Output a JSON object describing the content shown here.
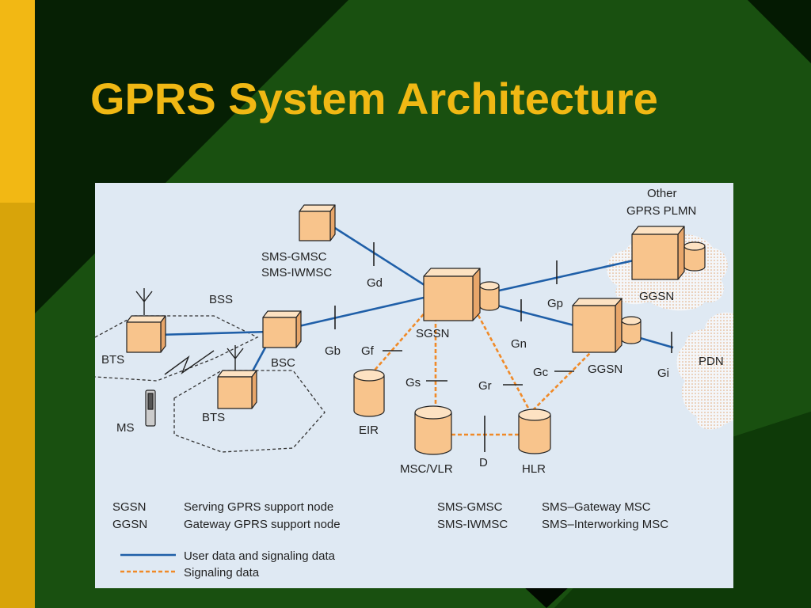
{
  "slide": {
    "title": "GPRS System Architecture",
    "colors": {
      "title": "#f0b814",
      "background": "#0b2a06",
      "sidebar": "#d8a40a",
      "diagram_bg": "#dfe9f3",
      "node": "#f8c48c",
      "user_data_line": "#1f5fa8",
      "signaling_line": "#f08a28"
    }
  },
  "diagram": {
    "labels": {
      "other": "Other",
      "gprs_plmn": "GPRS PLMN",
      "sms_gmsc": "SMS-GMSC",
      "sms_iwmsc": "SMS-IWMSC",
      "bss": "BSS",
      "bts1": "BTS",
      "bts2": "BTS",
      "bsc": "BSC",
      "ms": "MS",
      "sgsn": "SGSN",
      "ggsn_main": "GGSN",
      "ggsn_other": "GGSN",
      "pdn": "PDN",
      "eir": "EIR",
      "msc_vlr": "MSC/VLR",
      "hlr": "HLR",
      "gd": "Gd",
      "gp": "Gp",
      "gn": "Gn",
      "gb": "Gb",
      "gf": "Gf",
      "gs": "Gs",
      "gr": "Gr",
      "gc": "Gc",
      "gi": "Gi",
      "d": "D"
    },
    "legend": {
      "abbr": [
        {
          "abbr": "SGSN",
          "desc": "Serving GPRS support node"
        },
        {
          "abbr": "GGSN",
          "desc": "Gateway GPRS support node"
        },
        {
          "abbr": "SMS-GMSC",
          "desc": "SMS–Gateway MSC"
        },
        {
          "abbr": "SMS-IWMSC",
          "desc": "SMS–Interworking MSC"
        }
      ],
      "user_data": "User data and signaling data",
      "signaling": "Signaling data"
    }
  }
}
